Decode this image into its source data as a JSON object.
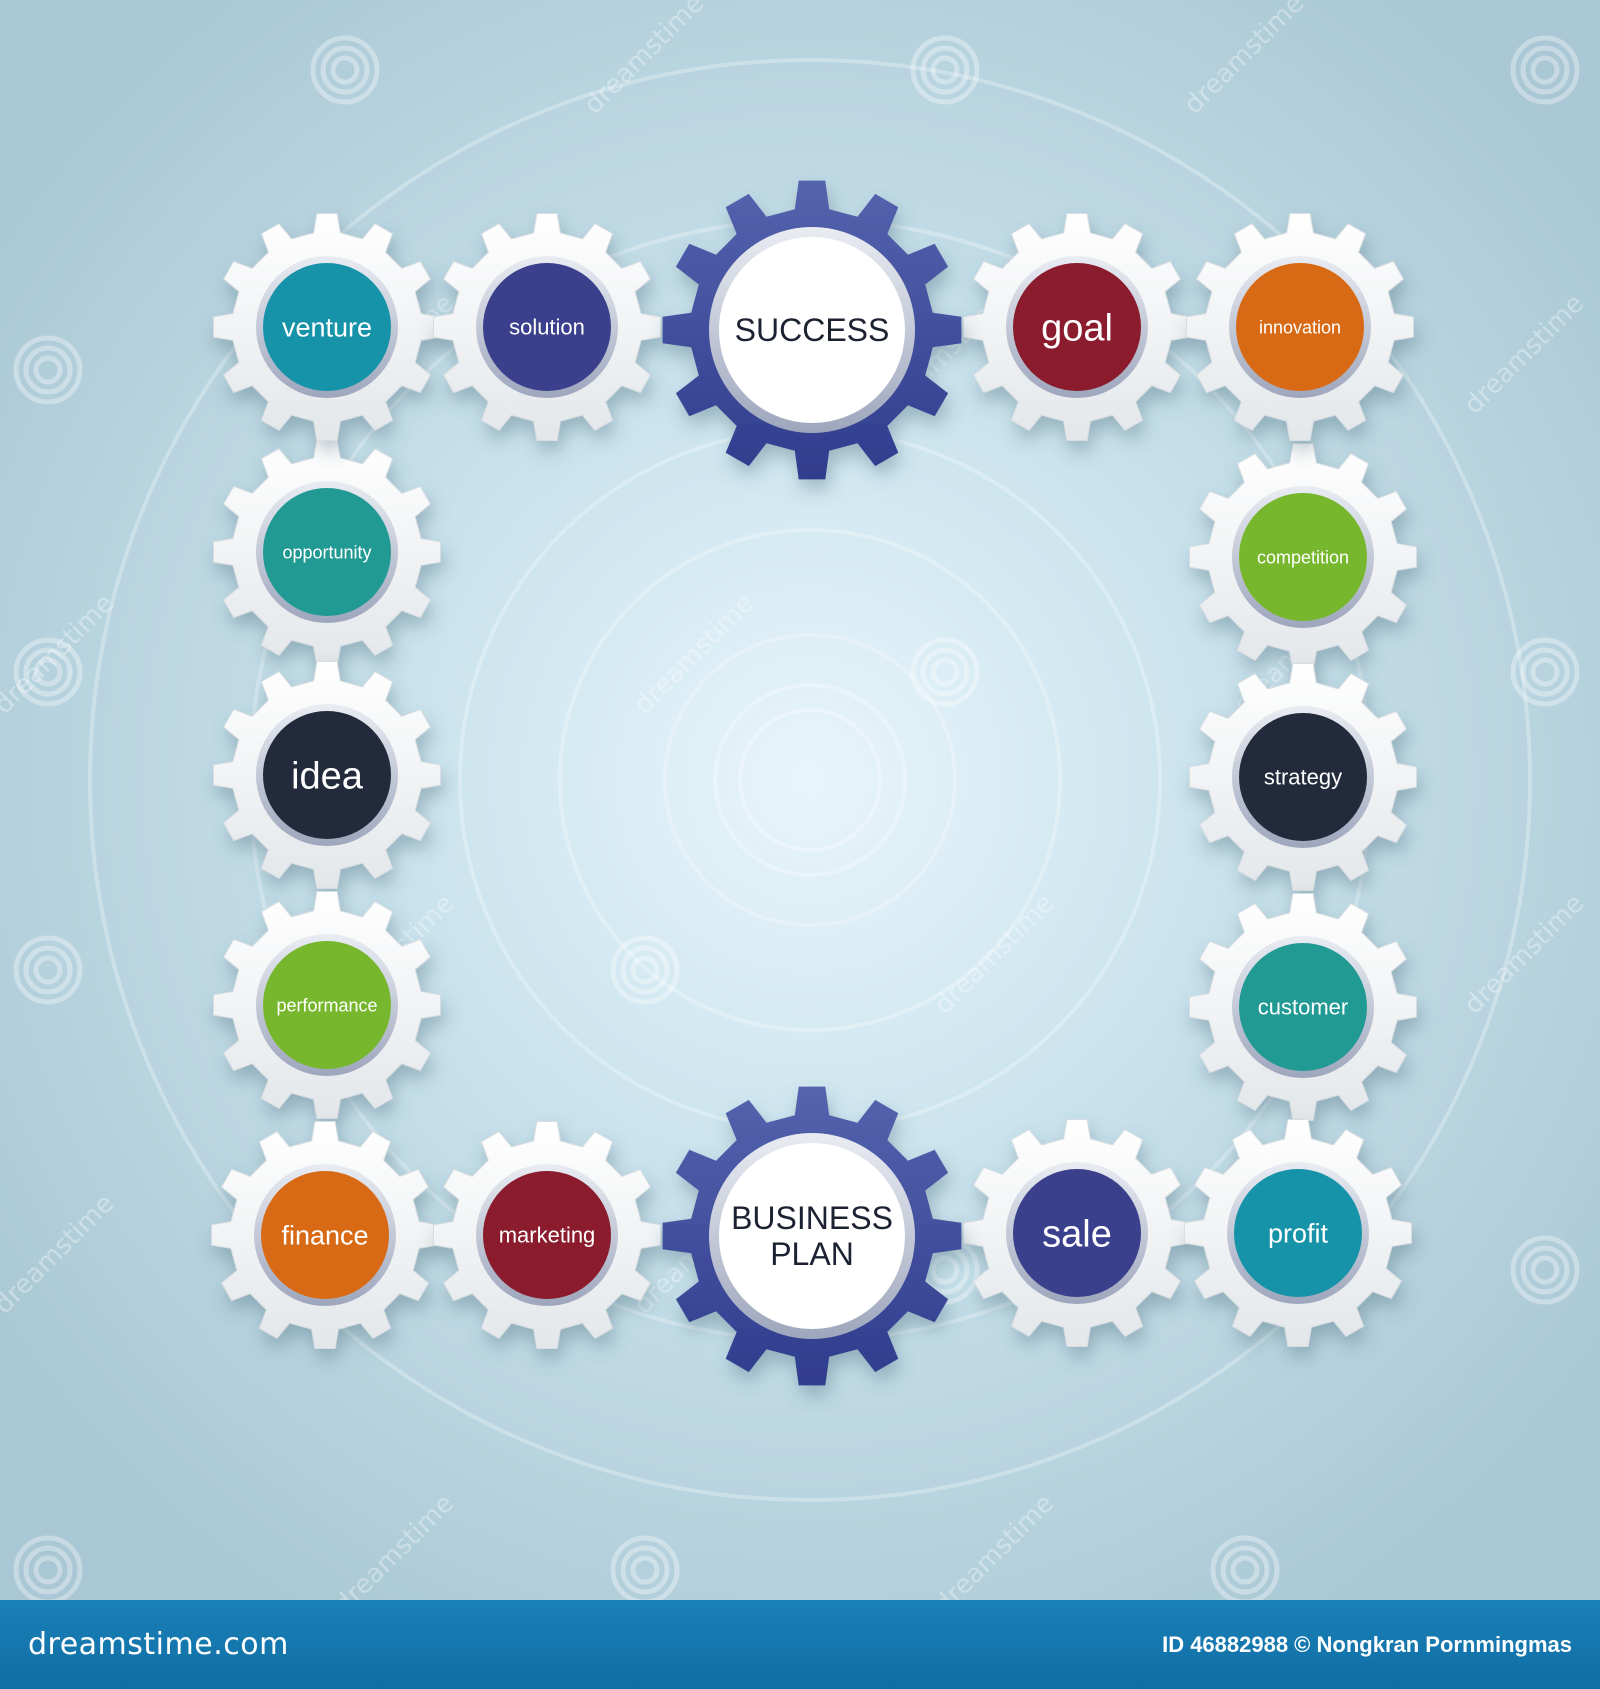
{
  "diagram": {
    "hubs": {
      "top": {
        "label_lines": [
          "SUCCESS"
        ],
        "color": "#3f4fa0"
      },
      "bottom": {
        "label_lines": [
          "BUSINESS",
          "PLAN"
        ],
        "color": "#3f4fa0"
      }
    },
    "top_row": [
      {
        "label": "venture",
        "color": "#1593a8"
      },
      {
        "label": "solution",
        "color": "#3b3f8c"
      },
      {
        "label": "goal",
        "color": "#8a1c2e"
      },
      {
        "label": "innovation",
        "color": "#d86b14"
      }
    ],
    "left_column": [
      {
        "label": "opportunity",
        "color": "#249a94"
      },
      {
        "label": "idea",
        "color": "#232c3b"
      },
      {
        "label": "performance",
        "color": "#77b72e"
      }
    ],
    "right_column": [
      {
        "label": "competition",
        "color": "#77b72e"
      },
      {
        "label": "strategy",
        "color": "#232c3b"
      },
      {
        "label": "customer",
        "color": "#249a94"
      }
    ],
    "bottom_row": [
      {
        "label": "finance",
        "color": "#d86b14"
      },
      {
        "label": "marketing",
        "color": "#8a1c2e"
      },
      {
        "label": "sale",
        "color": "#3b3f8c"
      },
      {
        "label": "profit",
        "color": "#1593a8"
      }
    ]
  },
  "watermark": {
    "text": "dreamstime"
  },
  "footer": {
    "brand": "dreamstime.com",
    "credit": "ID 46882988 © Nongkran Pornmingmas"
  }
}
